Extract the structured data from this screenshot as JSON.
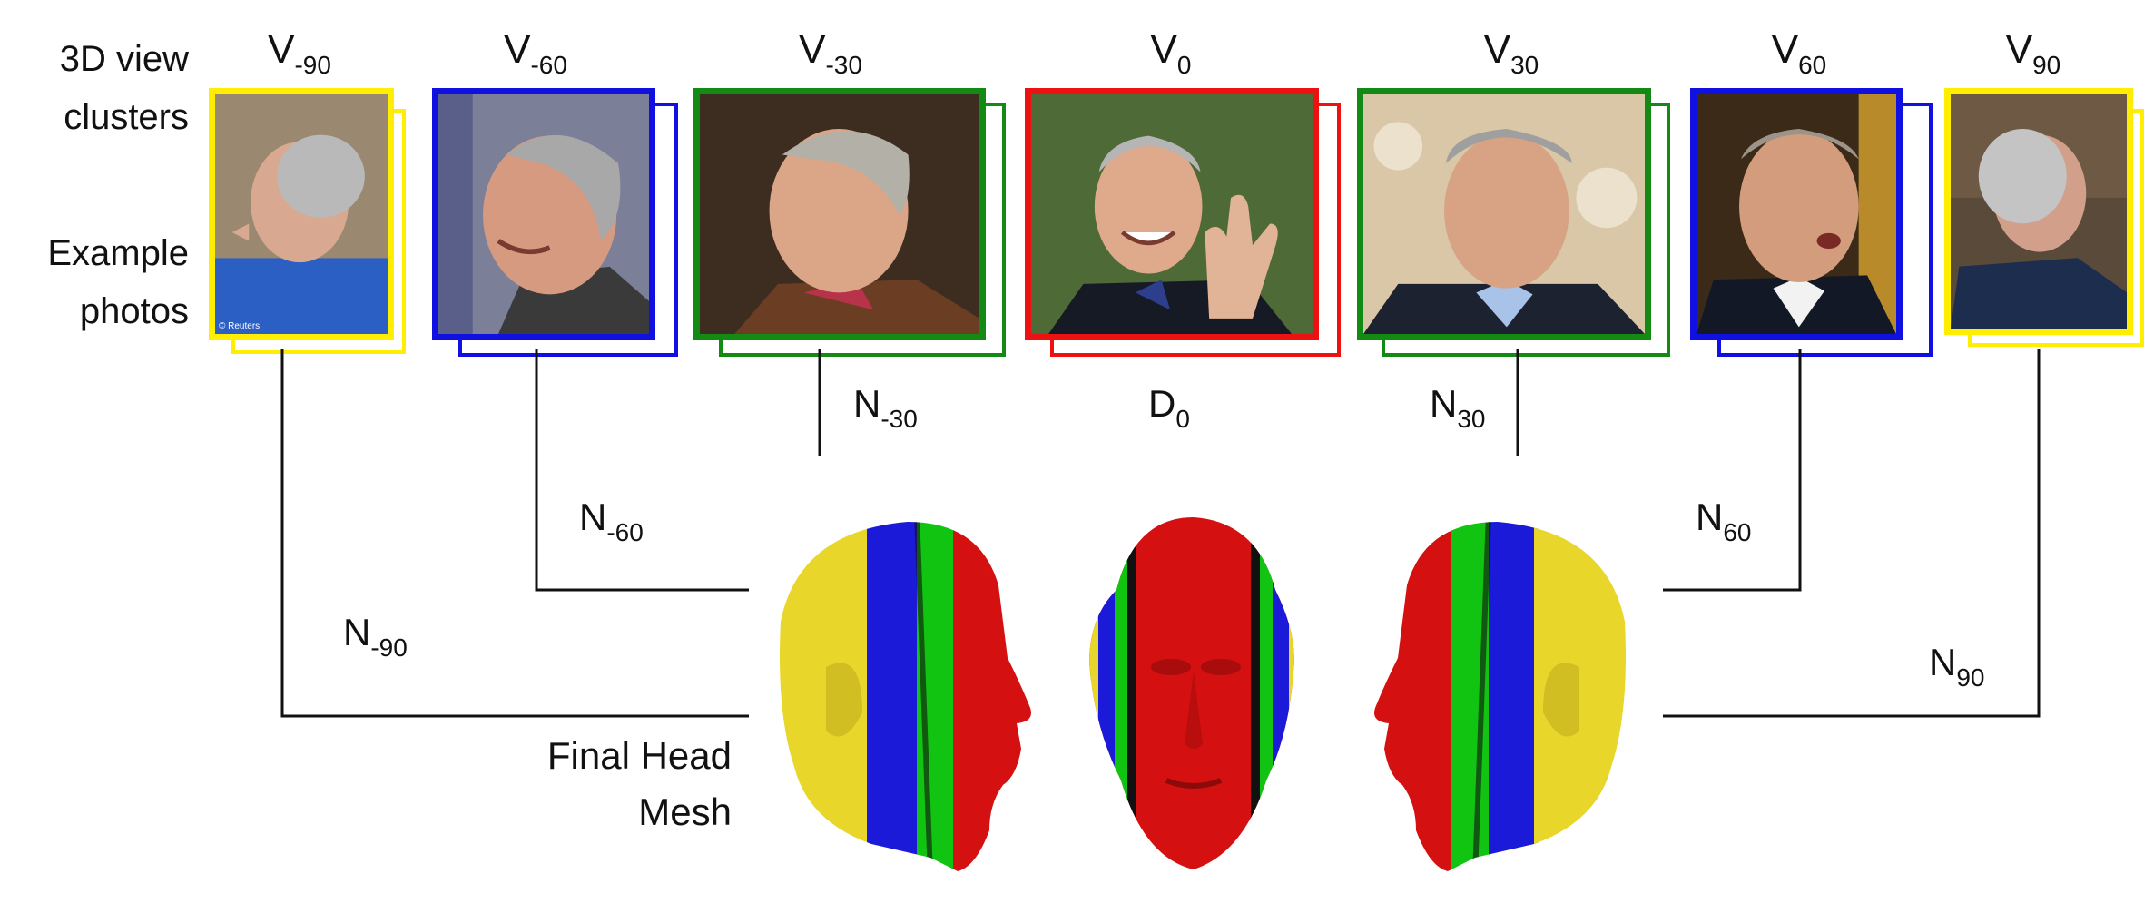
{
  "left_labels": {
    "clusters_line1": "3D view",
    "clusters_line2": "clusters",
    "photos_line1": "Example",
    "photos_line2": "photos"
  },
  "views": [
    {
      "id": "v-90",
      "symbol": "V",
      "sub": "-90",
      "color": "#ffee00"
    },
    {
      "id": "v-60",
      "symbol": "V",
      "sub": "-60",
      "color": "#1010e0"
    },
    {
      "id": "v-30",
      "symbol": "V",
      "sub": "-30",
      "color": "#138a13"
    },
    {
      "id": "v0",
      "symbol": "V",
      "sub": "0",
      "color": "#ee1111"
    },
    {
      "id": "v30",
      "symbol": "V",
      "sub": "30",
      "color": "#138a13"
    },
    {
      "id": "v60",
      "symbol": "V",
      "sub": "60",
      "color": "#1010e0"
    },
    {
      "id": "v90",
      "symbol": "V",
      "sub": "90",
      "color": "#ffee00"
    }
  ],
  "connectors": {
    "n_minus_90": {
      "symbol": "N",
      "sub": "-90"
    },
    "n_minus_60": {
      "symbol": "N",
      "sub": "-60"
    },
    "n_minus_30": {
      "symbol": "N",
      "sub": "-30"
    },
    "d_0": {
      "symbol": "D",
      "sub": "0"
    },
    "n_30": {
      "symbol": "N",
      "sub": "30"
    },
    "n_60": {
      "symbol": "N",
      "sub": "60"
    },
    "n_90": {
      "symbol": "N",
      "sub": "90"
    }
  },
  "final_mesh": {
    "line1": "Final Head",
    "line2": "Mesh"
  },
  "mesh_colors": {
    "yellow": "#e8d62a",
    "blue": "#1a1ad8",
    "green": "#12c412",
    "red": "#d41010"
  },
  "watermark": "© Reuters"
}
